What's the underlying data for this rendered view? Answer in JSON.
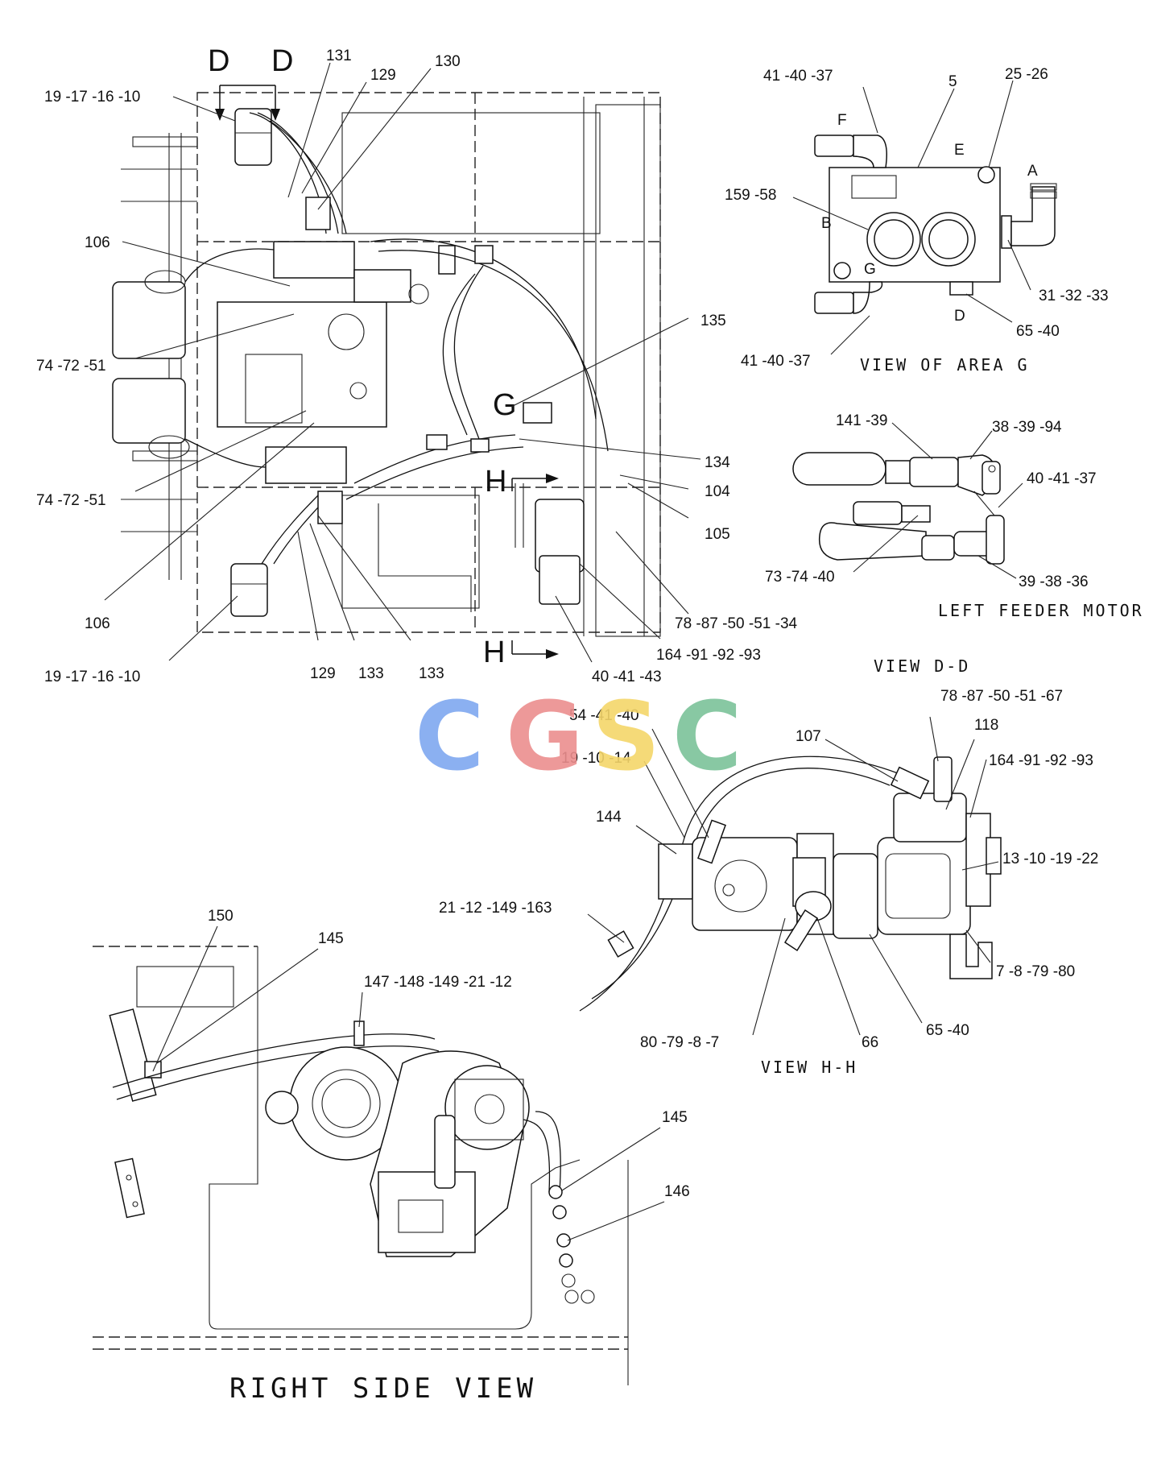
{
  "main_view": {
    "section_marks": [
      "D",
      "D",
      "H",
      "H",
      "G"
    ],
    "callouts": [
      "19 -17 -16 -10",
      "131",
      "129",
      "130",
      "106",
      "74 -72 -51",
      "74 -72 -51",
      "106",
      "19 -17 -16 -10",
      "129",
      "133",
      "133",
      "135",
      "134",
      "104",
      "105",
      "78 -87 -50 -51 -34",
      "164 -91 -92 -93",
      "40 -41 -43"
    ]
  },
  "view_area_g": {
    "title": "VIEW OF AREA G",
    "ports": [
      "F",
      "E",
      "A",
      "B",
      "G",
      "D"
    ],
    "callouts": [
      "41 -40 -37",
      "5",
      "25 -26",
      "159 -58",
      "31 -32 -33",
      "65 -40",
      "41 -40 -37"
    ]
  },
  "view_dd": {
    "subtitle": "LEFT FEEDER MOTOR",
    "title": "VIEW D-D",
    "callouts": [
      "141 -39",
      "38 -39 -94",
      "40 -41 -37",
      "73 -74 -40",
      "39 -38 -36"
    ]
  },
  "view_hh": {
    "title": "VIEW H-H",
    "callouts": [
      "54 -41 -40",
      "19 -10 -14",
      "78 -87 -50 -51 -67",
      "107",
      "118",
      "164 -91 -92 -93",
      "144",
      "13 -10 -19 -22",
      "21 -12 -149 -163",
      "7 -8 -79 -80",
      "80 -79 -8 -7",
      "66",
      "65 -40"
    ]
  },
  "right_side_view": {
    "title": "RIGHT SIDE VIEW",
    "callouts": [
      "150",
      "145",
      "147 -148 -149 -21 -12",
      "145",
      "146"
    ]
  },
  "watermark": {
    "letters": [
      "C",
      "G",
      "S",
      "C"
    ],
    "colors": [
      "#7fa8f0",
      "#ec8e8e",
      "#f5d66a",
      "#7cc39a"
    ]
  }
}
